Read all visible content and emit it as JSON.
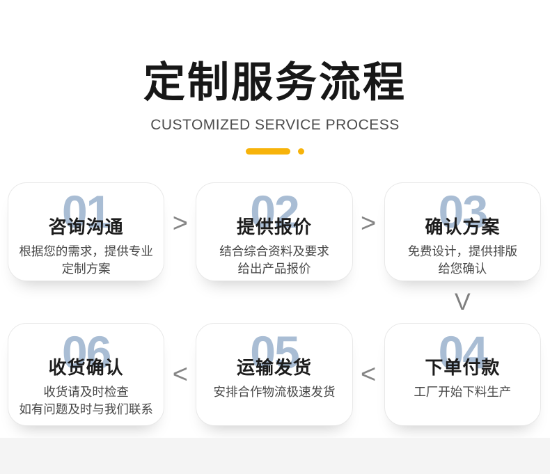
{
  "header": {
    "title": "定制服务流程",
    "subtitle": "CUSTOMIZED SERVICE PROCESS"
  },
  "steps": [
    {
      "number": "01",
      "title": "咨询沟通",
      "desc": "根据您的需求，提供专业\n定制方案"
    },
    {
      "number": "02",
      "title": "提供报价",
      "desc": "结合综合资料及要求\n给出产品报价"
    },
    {
      "number": "03",
      "title": "确认方案",
      "desc": "免费设计，提供排版\n给您确认"
    },
    {
      "number": "04",
      "title": "下单付款",
      "desc": "工厂开始下料生产"
    },
    {
      "number": "05",
      "title": "运输发货",
      "desc": "安排合作物流极速发货"
    },
    {
      "number": "06",
      "title": "收货确认",
      "desc": "收货请及时检查\n如有问题及时与我们联系"
    }
  ],
  "arrows": {
    "right": ">",
    "left": "<",
    "down": "V"
  },
  "colors": {
    "accent": "#f7b30a",
    "step_number": "#a9bdd4",
    "arrow": "#858585",
    "footer_strip": "#f4f4f4"
  }
}
